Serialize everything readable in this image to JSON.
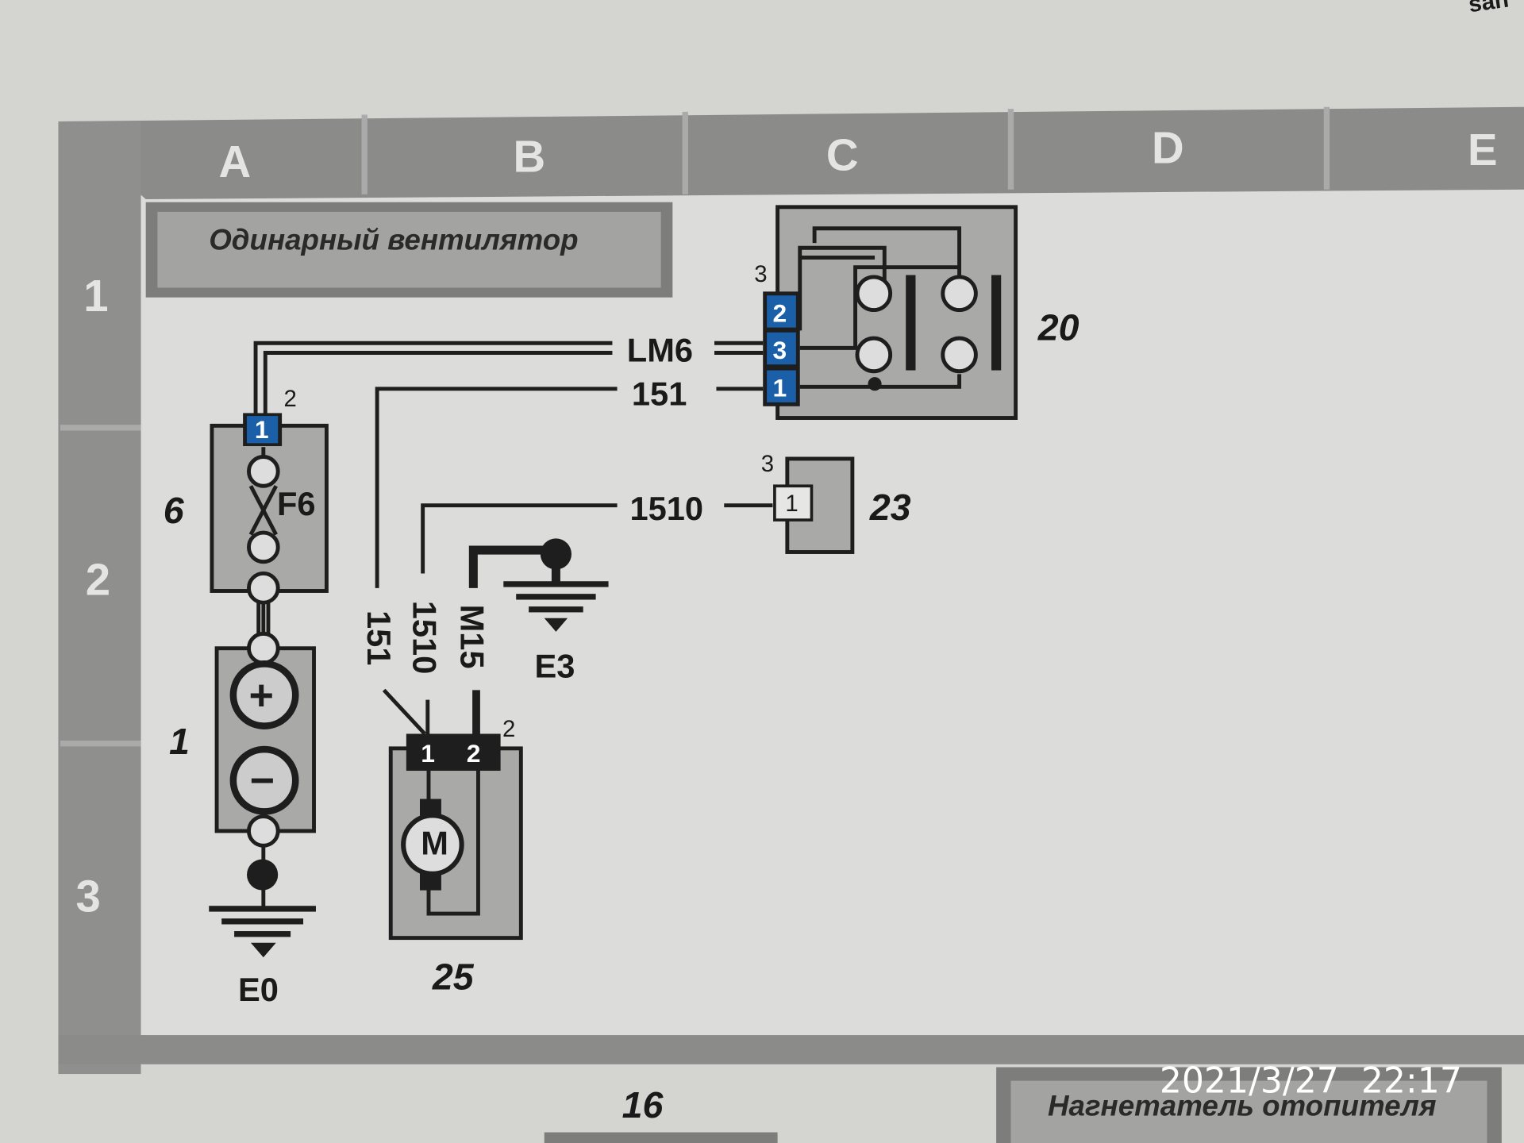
{
  "page_corner_text": "san",
  "columns": [
    "A",
    "B",
    "C",
    "D",
    "E"
  ],
  "rows": [
    "1",
    "2",
    "3"
  ],
  "title": "Одинарный вентилятор",
  "bottom_title": "Нагнетатель отопителя",
  "bottom_number": "16",
  "timestamp": "2021/3/27  22:17",
  "colors": {
    "pin_blue": "#1b5fa8",
    "frame": "#8b8b89",
    "component": "#a9a9a7"
  },
  "components": {
    "relay": {
      "number": "20",
      "connector": "3",
      "pins": [
        "2",
        "3",
        "1"
      ]
    },
    "sensor": {
      "number": "23",
      "connector": "3",
      "pin": "1"
    },
    "fuse": {
      "number": "6",
      "connector": "2",
      "pin": "1",
      "label": "F6"
    },
    "battery": {
      "number": "1",
      "plus": "+",
      "minus": "−"
    },
    "motor": {
      "number": "25",
      "connector": "2",
      "pins": [
        "1",
        "2"
      ],
      "symbol": "M"
    }
  },
  "wires": {
    "lm6": "LM6",
    "w151": "151",
    "w1510": "1510",
    "m15": "M15"
  },
  "grounds": {
    "e0": "E0",
    "e3": "E3"
  }
}
